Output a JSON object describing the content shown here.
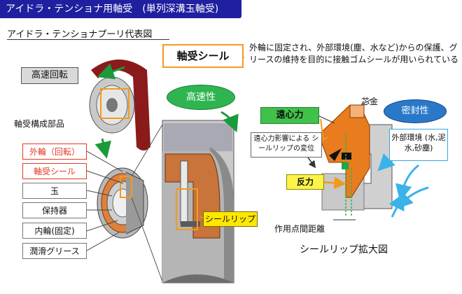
{
  "header": {
    "title": "アイドラ・テンショナ用軸受　(単列深溝玉軸受)"
  },
  "section": {
    "subtitle": "アイドラ・テンショナプーリ代表図"
  },
  "labels": {
    "high_speed_rotation": "高速回転",
    "parts_title": "軸受構成部品",
    "seal_title": "軸受シール",
    "description": "外輪に固定され、外部環境(塵、水など)からの保護、グリースの維持を目的に接触ゴムシールが用いられている",
    "high_speed": "高速性",
    "centrifugal_force": "遠心力",
    "core_metal": "芯金",
    "sealing": "密封性",
    "centrifugal_effect": "遠心力影響による シールリップの変位",
    "reaction_force": "反力",
    "external_env": "外部環境 (水,泥水,砂塵)",
    "seal_lip": "シールリップ",
    "action_point_distance": "作用点間距離",
    "seal_lip_zoom": "シールリップ拡大図"
  },
  "parts": [
    {
      "label": "外輪（回転）",
      "highlight": true
    },
    {
      "label": "軸受シール",
      "highlight": true
    },
    {
      "label": "玉",
      "highlight": false
    },
    {
      "label": "保持器",
      "highlight": false
    },
    {
      "label": "内輪(固定)",
      "highlight": false
    },
    {
      "label": "潤滑グリース",
      "highlight": false
    }
  ],
  "colors": {
    "header_bg": "#1f1fa0",
    "accent_orange": "#f29a1f",
    "accent_red": "#e23a24",
    "green": "#2fb550",
    "blue": "#2a79c9",
    "yellow": "#ffe700"
  }
}
